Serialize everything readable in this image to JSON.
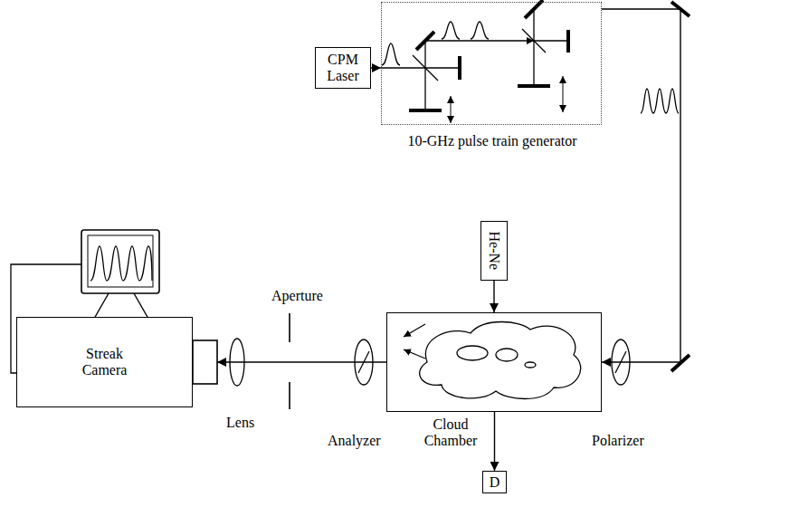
{
  "diagram": {
    "nodes": [
      {
        "text": [
          "CPM Laser"
        ]
      },
      {
        "text": [
          "10-GHz pulse train generator"
        ]
      },
      {
        "text": [
          "He-Ne"
        ]
      },
      {
        "text": [
          "Cloud Chamber"
        ]
      },
      {
        "text": [
          "D"
        ]
      },
      {
        "text": [
          "Streak Camera"
        ]
      }
    ],
    "edges": [
      {
        "from": 0,
        "to": 1,
        "arrow": "to"
      },
      {
        "from": 1,
        "to": 3,
        "arrow": "to"
      },
      {
        "from": 2,
        "to": 3,
        "arrow": "to"
      },
      {
        "from": 3,
        "to": 4,
        "arrow": "to"
      },
      {
        "from": 3,
        "to": 5,
        "arrow": "to"
      }
    ],
    "labels": [
      "Aperture",
      "Lens",
      "Analyzer",
      "Polarizer"
    ]
  }
}
